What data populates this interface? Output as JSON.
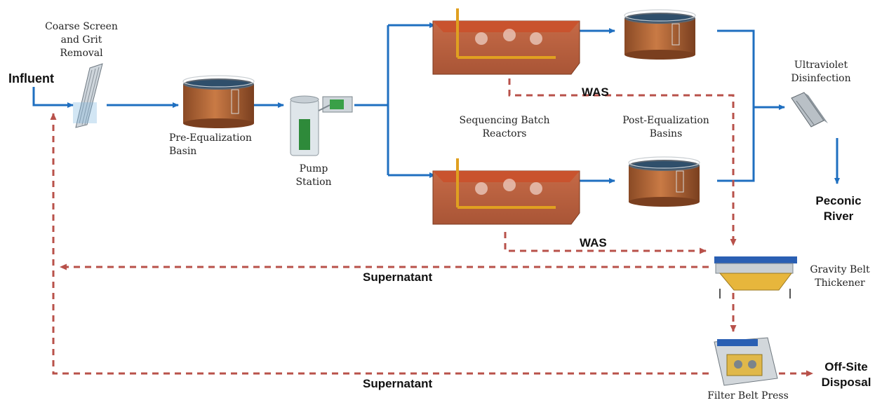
{
  "labels": {
    "influent": "Influent",
    "screen": [
      "Coarse Screen",
      "and Grit",
      "Removal"
    ],
    "pre_eq": [
      "Pre-Equalization",
      "Basin"
    ],
    "pump": [
      "Pump",
      "Station"
    ],
    "sbr": [
      "Sequencing Batch",
      "Reactors"
    ],
    "post_eq": [
      "Post-Equalization",
      "Basins"
    ],
    "uv": [
      "Ultraviolet",
      "Disinfection"
    ],
    "river": [
      "Peconic",
      "River"
    ],
    "was_top": "WAS",
    "was_bottom": "WAS",
    "gbt": [
      "Gravity Belt",
      "Thickener"
    ],
    "supernatant_top": "Supernatant",
    "supernatant_bottom": "Supernatant",
    "fbp": "Filter Belt Press",
    "disposal": [
      "Off-Site",
      "Disposal"
    ]
  },
  "colors": {
    "flow_arrow": "#1f6fc0",
    "sludge_arrow": "#b8514a",
    "tank_body": "#b86b3c",
    "reactor_body": "#b5623f"
  },
  "icons": [
    "bar-screen-icon",
    "basin-icon",
    "pump-station-icon",
    "reactor-icon",
    "uv-unit-icon",
    "gravity-belt-thickener-icon",
    "filter-belt-press-icon"
  ]
}
